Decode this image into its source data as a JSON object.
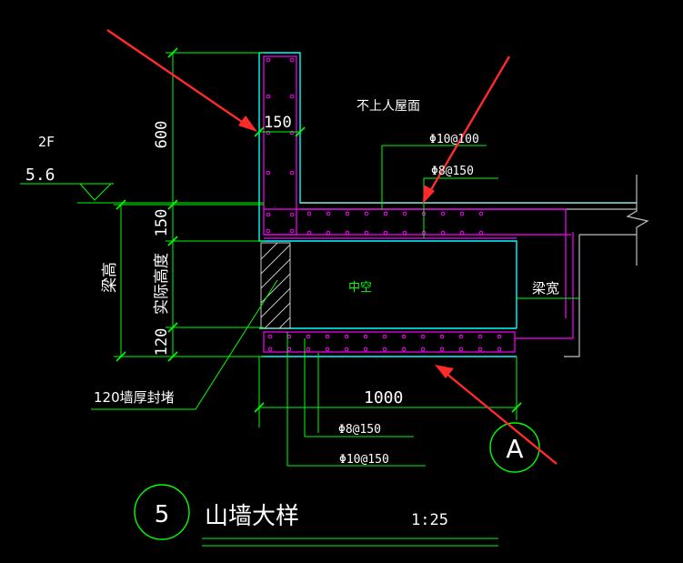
{
  "drawing": {
    "roof_label": "不上人屋面",
    "floor_label": "2F",
    "elevation": "5.6",
    "dim_parapet_height": "600",
    "dim_slab_thickness": "150",
    "dim_bottom_slab": "120",
    "dim_wall_width": "150",
    "dim_span": "1000",
    "label_beam_height": "梁高",
    "label_actual_height": "实际高度",
    "label_hollow": "中空",
    "label_beam_width": "梁宽",
    "label_wall_seal": "120墙厚封堵",
    "rebar_top_1": "Φ10@100",
    "rebar_top_2": "Φ8@150",
    "rebar_bottom_1": "Φ8@150",
    "rebar_bottom_2": "Φ10@150",
    "grid_axis": "A",
    "detail_number": "5",
    "detail_title": "山墙大样",
    "scale": "1:25"
  },
  "colors": {
    "background": "#000000",
    "outline_cyan": "#00ffff",
    "rebar_magenta": "#ff00ff",
    "dimension_green": "#00ff00",
    "text_white": "#ffffff",
    "hatch_white": "#c8c8c8",
    "arrow_red": "#ff2a2a",
    "gray_line": "#bfbfbf"
  }
}
